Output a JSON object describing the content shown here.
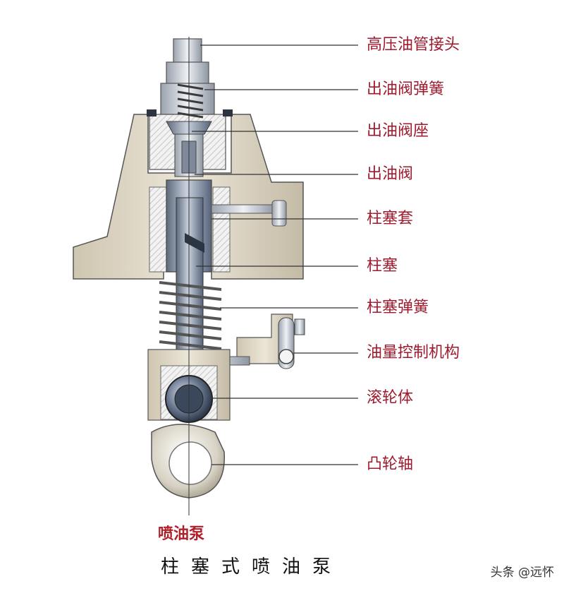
{
  "labels": [
    "高压油管接头",
    "出油阀弹簧",
    "出油阀座",
    "出油阀",
    "柱塞套",
    "柱塞",
    "柱塞弹簧",
    "油量控制机构",
    "滚轮体",
    "凸轮轴"
  ],
  "caption_small": "喷油泵",
  "caption_main": "柱塞式喷油泵",
  "watermark": "头条 @远怀",
  "colors": {
    "label_text": "#9e1b2e",
    "leader_line": "#333333",
    "housing": "#d6cdb9",
    "steel": "#8a96a8",
    "hatch": "#dcdcdc"
  }
}
